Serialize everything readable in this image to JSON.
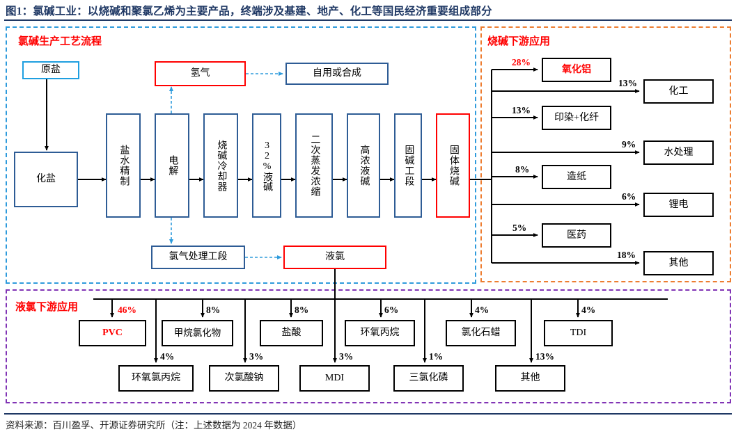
{
  "title": "图1：氯碱工业：以烧碱和聚氯乙烯为主要产品，终端涉及基建、地产、化工等国民经济重要组成部分",
  "footer": "资料来源：百川盈孚、开源证券研究所（注：上述数据为 2024 年数据）",
  "colors": {
    "title": "#1f3864",
    "panel_blue": "#2e9bdc",
    "panel_orange": "#ed7d31",
    "panel_purple": "#8134b5",
    "box_navy": "#2e5c95",
    "box_blue": "#1f9fe0",
    "box_red": "#ff0000",
    "box_black": "#000000",
    "label_red": "#ff0000"
  },
  "panels": {
    "process": {
      "label": "氯碱生产工艺流程"
    },
    "caustic": {
      "label": "烧碱下游应用"
    },
    "chlorine": {
      "label": "液氯下游应用"
    }
  },
  "process_nodes": {
    "raw_salt": "原盐",
    "dissolve_salt": "化盐",
    "brine_refine": "盐水精制",
    "electrolysis": "电解",
    "caustic_cooler": "烧碱冷却器",
    "liquid_32": "32%液碱",
    "second_evap": "二次蒸发浓缩",
    "high_conc": "高浓液碱",
    "solid_section": "固碱工段",
    "solid_caustic": "固体烧碱",
    "hydrogen": "氢气",
    "self_use": "自用或合成",
    "chlorine_section": "氯气处理工段",
    "liquid_chlorine": "液氯"
  },
  "chart_data": {
    "type": "diagram",
    "title": "氯碱工业产业链及下游应用占比",
    "note": "上述数据为 2024 年数据",
    "series": [
      {
        "name": "烧碱下游应用",
        "unit": "%",
        "categories": [
          "氧化铝",
          "化工",
          "印染+化纤",
          "水处理",
          "造纸",
          "锂电",
          "医药",
          "其他"
        ],
        "values": [
          28,
          13,
          13,
          9,
          8,
          6,
          5,
          18
        ]
      },
      {
        "name": "液氯下游应用",
        "unit": "%",
        "categories": [
          "PVC",
          "甲烷氯化物",
          "盐酸",
          "环氧丙烷",
          "氯化石蜡",
          "TDI",
          "环氧氯丙烷",
          "次氯酸钠",
          "MDI",
          "三氯化磷",
          "其他"
        ],
        "values": [
          46,
          8,
          8,
          6,
          4,
          4,
          4,
          3,
          3,
          1,
          13
        ]
      }
    ]
  },
  "caustic_downstream": {
    "rows": [
      {
        "label": "氧化铝",
        "pct": "28%",
        "highlight": true,
        "column": "left"
      },
      {
        "label": "化工",
        "pct": "13%",
        "highlight": false,
        "column": "right"
      },
      {
        "label": "印染+化纤",
        "pct": "13%",
        "highlight": false,
        "column": "left"
      },
      {
        "label": "水处理",
        "pct": "9%",
        "highlight": false,
        "column": "right"
      },
      {
        "label": "造纸",
        "pct": "8%",
        "highlight": false,
        "column": "left"
      },
      {
        "label": "锂电",
        "pct": "6%",
        "highlight": false,
        "column": "right"
      },
      {
        "label": "医药",
        "pct": "5%",
        "highlight": false,
        "column": "left"
      },
      {
        "label": "其他",
        "pct": "18%",
        "highlight": false,
        "column": "right"
      }
    ]
  },
  "chlorine_downstream": {
    "row1": [
      {
        "label": "PVC",
        "pct": "46%",
        "highlight": true
      },
      {
        "label": "甲烷氯化物",
        "pct": "8%",
        "highlight": false
      },
      {
        "label": "盐酸",
        "pct": "8%",
        "highlight": false
      },
      {
        "label": "环氧丙烷",
        "pct": "6%",
        "highlight": false
      },
      {
        "label": "氯化石蜡",
        "pct": "4%",
        "highlight": false
      },
      {
        "label": "TDI",
        "pct": "4%",
        "highlight": false
      }
    ],
    "row2": [
      {
        "label": "环氧氯丙烷",
        "pct": "4%",
        "highlight": false
      },
      {
        "label": "次氯酸钠",
        "pct": "3%",
        "highlight": false
      },
      {
        "label": "MDI",
        "pct": "3%",
        "highlight": false
      },
      {
        "label": "三氯化磷",
        "pct": "1%",
        "highlight": false
      },
      {
        "label": "其他",
        "pct": "13%",
        "highlight": false
      }
    ]
  }
}
